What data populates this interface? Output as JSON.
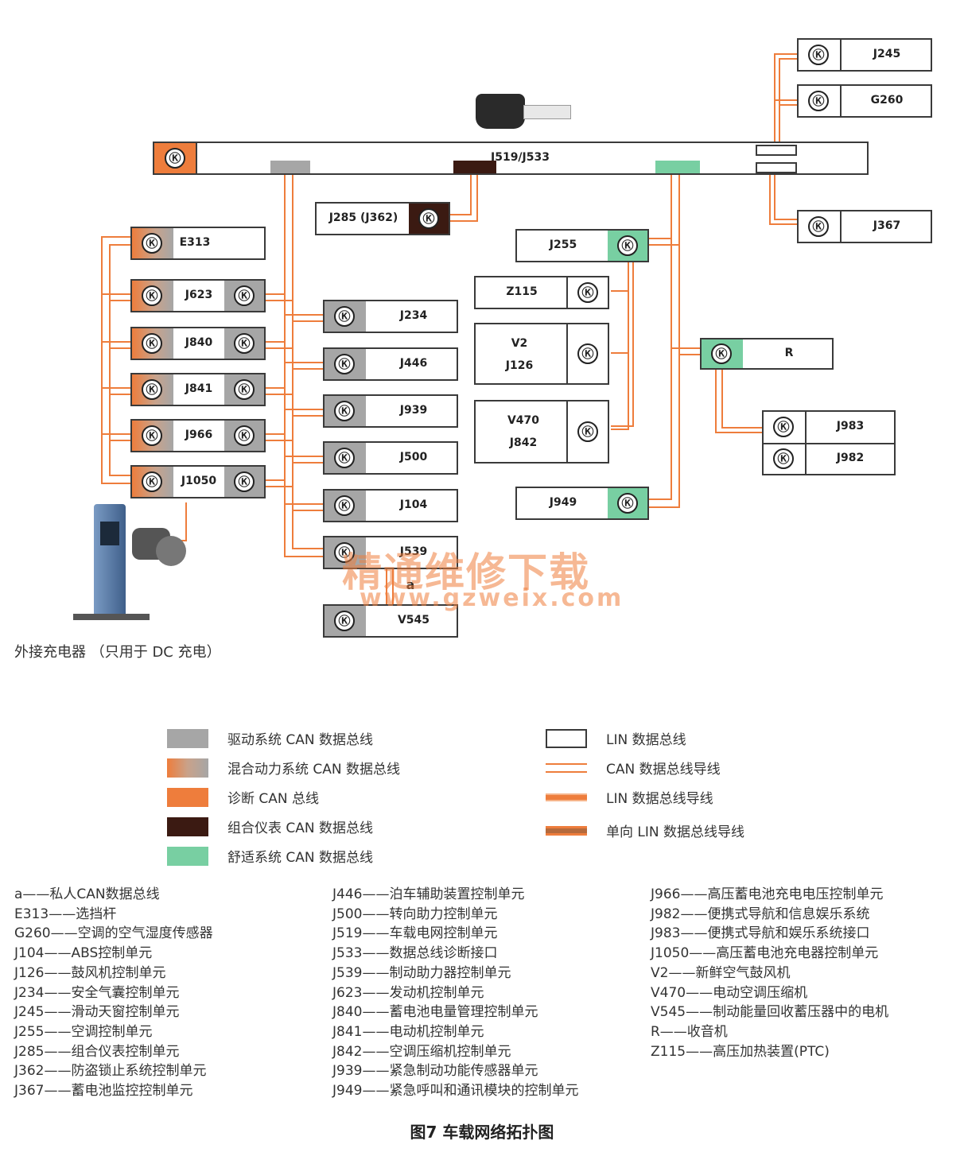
{
  "nodes": {
    "j519": "J519/J533",
    "j245": "J245",
    "g260": "G260",
    "j367": "J367",
    "j285": "J285 (J362)",
    "e313": "E313",
    "j623": "J623",
    "j840": "J840",
    "j841": "J841",
    "j966": "J966",
    "j1050": "J1050",
    "j234": "J234",
    "j446": "J446",
    "j939": "J939",
    "j500": "J500",
    "j104": "J104",
    "j539": "J539",
    "a": "a",
    "v545": "V545",
    "j255": "J255",
    "z115": "Z115",
    "v2": "V2",
    "j126": "J126",
    "v470": "V470",
    "j842": "J842",
    "j949": "J949",
    "r": "R",
    "j983": "J983",
    "j982": "J982"
  },
  "charger_caption": "外接充电器 （只用于 DC 充电）",
  "watermark": {
    "cn": "精通维修下载",
    "url": "www.gzweix.com"
  },
  "legend": {
    "left": [
      {
        "label": "驱动系统 CAN 数据总线",
        "color": "#a6a6a6"
      },
      {
        "label": "混合动力系统 CAN 数据总线",
        "color": "#ee7d3c"
      },
      {
        "label": "诊断 CAN 总线",
        "color": "#ee7d3c"
      },
      {
        "label": "组合仪表 CAN 数据总线",
        "color": "#3b1a12"
      },
      {
        "label": "舒适系统 CAN 数据总线",
        "color": "#78cfa2"
      }
    ],
    "right": [
      {
        "label": "LIN 数据总线"
      },
      {
        "label": "CAN 数据总线导线"
      },
      {
        "label": "LIN 数据总线导线"
      },
      {
        "label": "单向 LIN 数据总线导线"
      }
    ]
  },
  "key": {
    "col1": [
      "a——私人CAN数据总线",
      "E313——选挡杆",
      "G260——空调的空气湿度传感器",
      "J104——ABS控制单元",
      "J126——鼓风机控制单元",
      "J234——安全气囊控制单元",
      "J245——滑动天窗控制单元",
      "J255——空调控制单元",
      "J285——组合仪表控制单元",
      "J362——防盗锁止系统控制单元",
      "J367——蓄电池监控控制单元"
    ],
    "col2": [
      "J446——泊车辅助装置控制单元",
      "J500——转向助力控制单元",
      "J519——车载电网控制单元",
      "J533——数据总线诊断接口",
      "J539——制动助力器控制单元",
      "J623——发动机控制单元",
      "J840——蓄电池电量管理控制单元",
      "J841——电动机控制单元",
      "J842——空调压缩机控制单元",
      "J939——紧急制动功能传感器单元",
      "J949——紧急呼叫和通讯模块的控制单元"
    ],
    "col3": [
      "J966——高压蓄电池充电电压控制单元",
      "J982——便携式导航和信息娱乐系统",
      "J983——便携式导航和娱乐系统接口",
      "J1050——高压蓄电池充电器控制单元",
      "V2——新鲜空气鼓风机",
      "V470——电动空调压缩机",
      "V545——制动能量回收蓄压器中的电机",
      "R——收音机",
      "Z115——高压加热装置(PTC)"
    ]
  },
  "figure_title": "图7 车载网络拓扑图",
  "icon_glyph": "Ⓚ"
}
